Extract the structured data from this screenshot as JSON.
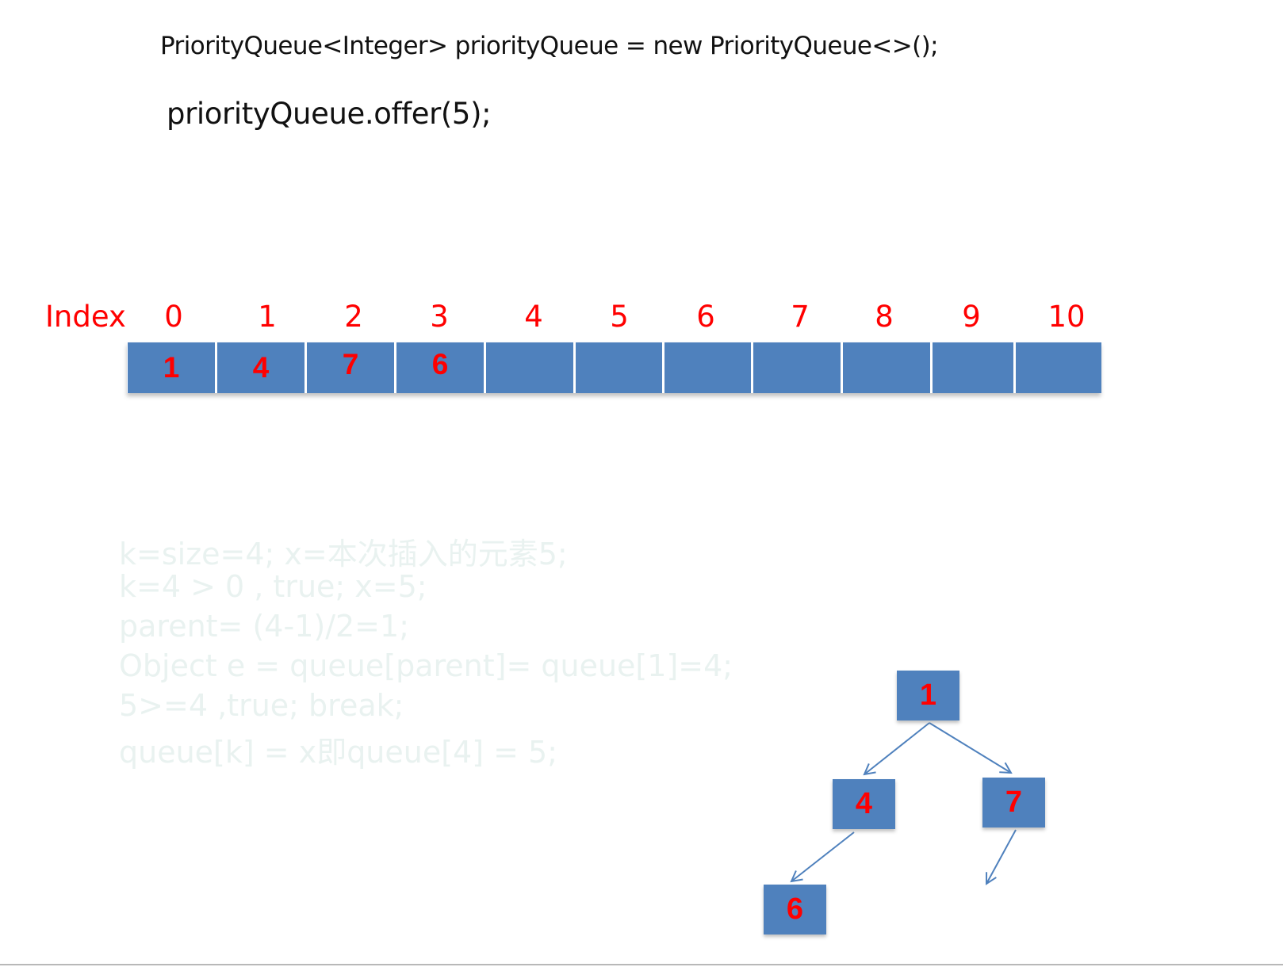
{
  "code": {
    "line1": "PriorityQueue<Integer> priorityQueue = new PriorityQueue<>();",
    "line2": "priorityQueue.offer(5);"
  },
  "array": {
    "index_label": "Index",
    "indices": [
      "0",
      "1",
      "2",
      "3",
      "4",
      "5",
      "6",
      "7",
      "8",
      "9",
      "10"
    ],
    "values": [
      "1",
      "4",
      "7",
      "6",
      "",
      "",
      "",
      "",
      "",
      "",
      ""
    ],
    "cell_color": "#4f81bd",
    "value_color": "#ff0000"
  },
  "explanation": [
    "k=size=4; x=本次插入的元素5;",
    "k=4 > 0 , true;  x=5;",
    "parent= (4-1)/2=1;",
    "Object e = queue[parent]= queue[1]=4;",
    "5>=4  ,true;  break;",
    "queue[k] = x即queue[4] = 5;"
  ],
  "tree": {
    "nodes": [
      "1",
      "4",
      "7",
      "6"
    ],
    "edge_color": "#4f81bd"
  }
}
